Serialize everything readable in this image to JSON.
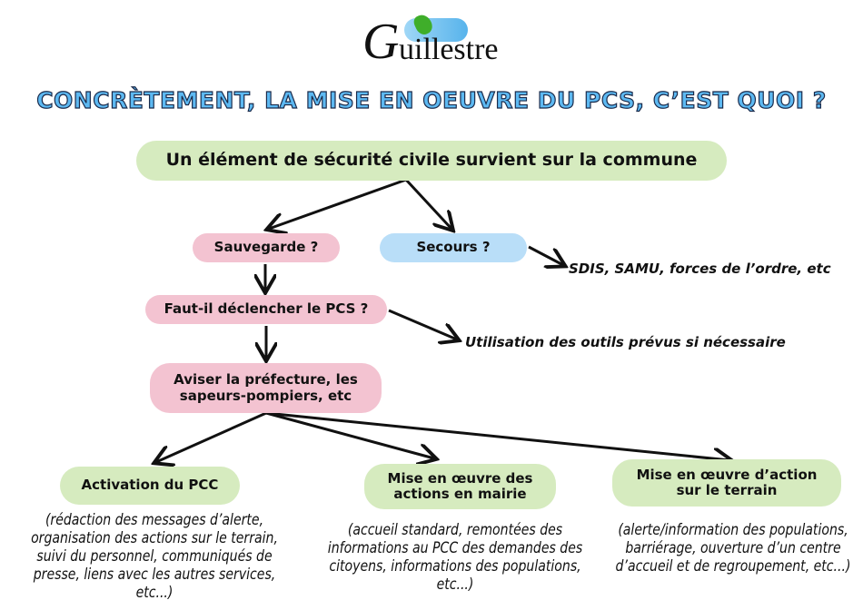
{
  "logo": {
    "text": "Guillestre",
    "initial": "G",
    "rest": "uillestre"
  },
  "title": "CONCRÈTEMENT, LA MISE EN OEUVRE DU PCS, C’EST QUOI ?",
  "nodes": {
    "start": "Un élément de sécurité civile survient sur la commune",
    "sauvegarde": "Sauvegarde ?",
    "secours": "Secours ?",
    "secours_side": "SDIS, SAMU, forces de l’ordre, etc",
    "pcs": "Faut-il déclencher le PCS ?",
    "pcs_side": "Utilisation des outils prévus si nécessaire",
    "aviser": "Aviser la préfecture, les sapeurs-pompiers, etc",
    "pcc": "Activation du PCC",
    "mairie": "Mise en œuvre des actions en mairie",
    "terrain": "Mise en œuvre d’action sur le terrain"
  },
  "notes": {
    "pcc": "(rédaction des messages d’alerte, organisation des actions sur le terrain, suivi du personnel, communiqués de presse, liens avec les autres services, etc...)",
    "mairie": "(accueil standard, remontées des informations au PCC des demandes des citoyens, informations des populations, etc...)",
    "terrain": "(alerte/information des populations, barriérage, ouverture d’un centre d’accueil et de regroupement, etc...)"
  },
  "colors": {
    "green": "#d6ebbf",
    "pink": "#f3c3d1",
    "blue": "#b9def8",
    "title": "#5db9f2"
  }
}
